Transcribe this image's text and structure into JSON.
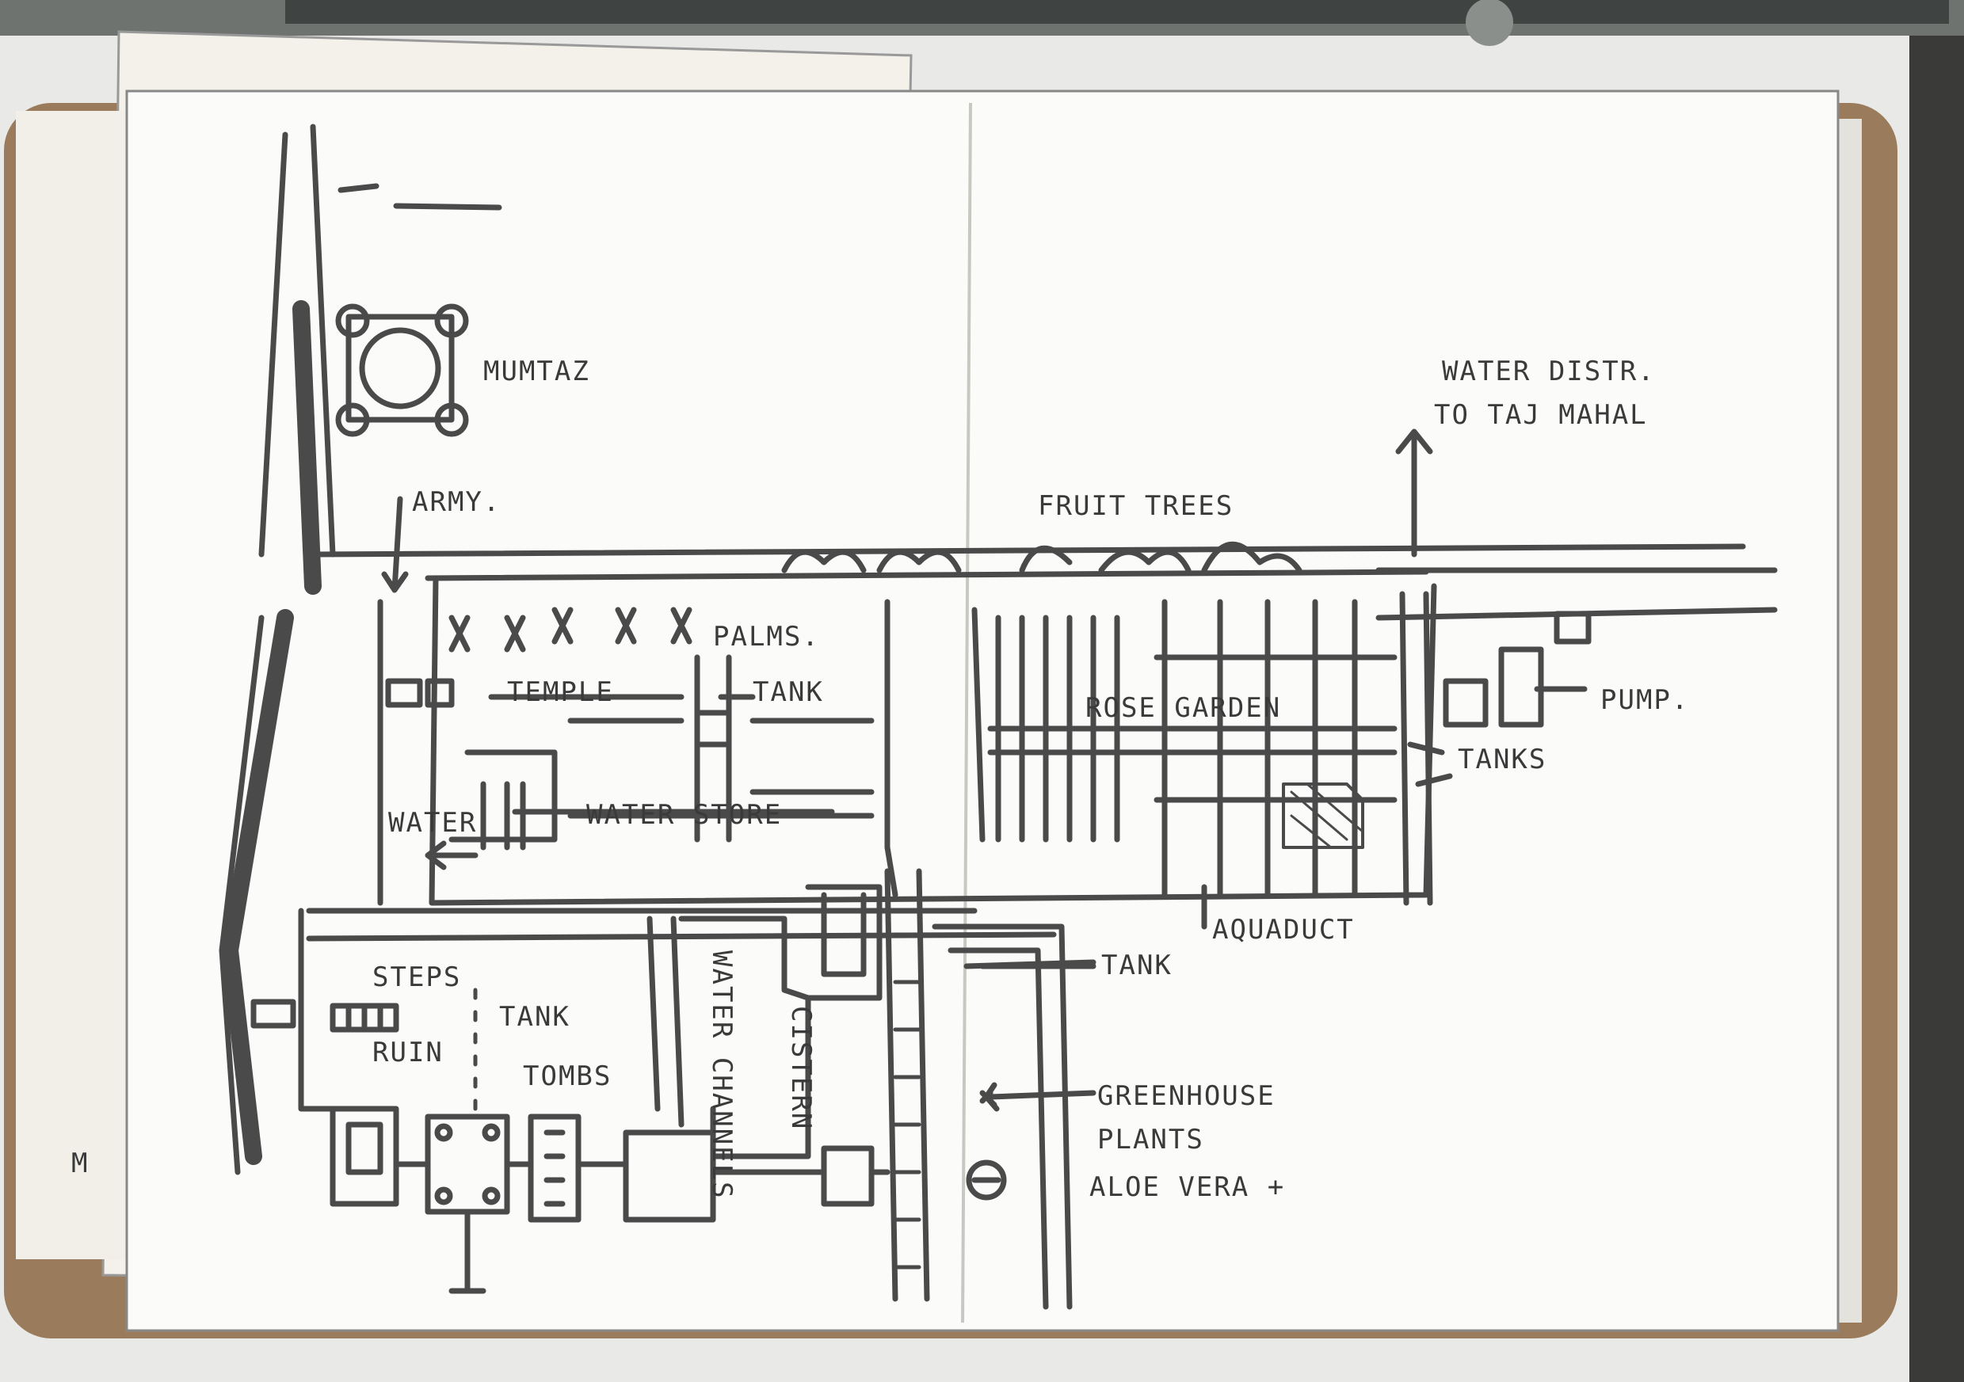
{
  "labels": {
    "mumtaz": "MUMTAZ",
    "water_distr_1": "WATER DISTR.",
    "water_distr_2": "TO TAJ MAHAL",
    "army": "ARMY.",
    "fruit_trees": "FRUIT TREES",
    "palms": "PALMS.",
    "temple": "TEMPLE",
    "tank_top": "TANK",
    "rose_garden": "ROSE GARDEN",
    "pump": "PUMP.",
    "tanks": "TANKS",
    "water": "WATER",
    "water_store": "WATER STORE",
    "aquaduct": "AQUADUCT",
    "tank_mid": "TANK",
    "steps": "STEPS",
    "tank_left": "TANK",
    "ruin": "RUIN",
    "tombs": "TOMBS",
    "water_channels": "WATER CHANNELS",
    "cistern": "CISTERN",
    "greenhouse_1": "GREENHOUSE",
    "greenhouse_2": "PLANTS",
    "greenhouse_3": "ALOE VERA +",
    "margin_mark": "M"
  },
  "colors": {
    "paper": "#fbfbf9",
    "ink": "#4a4a4a",
    "cover": "#9a7c5c",
    "background": "#e9e9e7"
  }
}
